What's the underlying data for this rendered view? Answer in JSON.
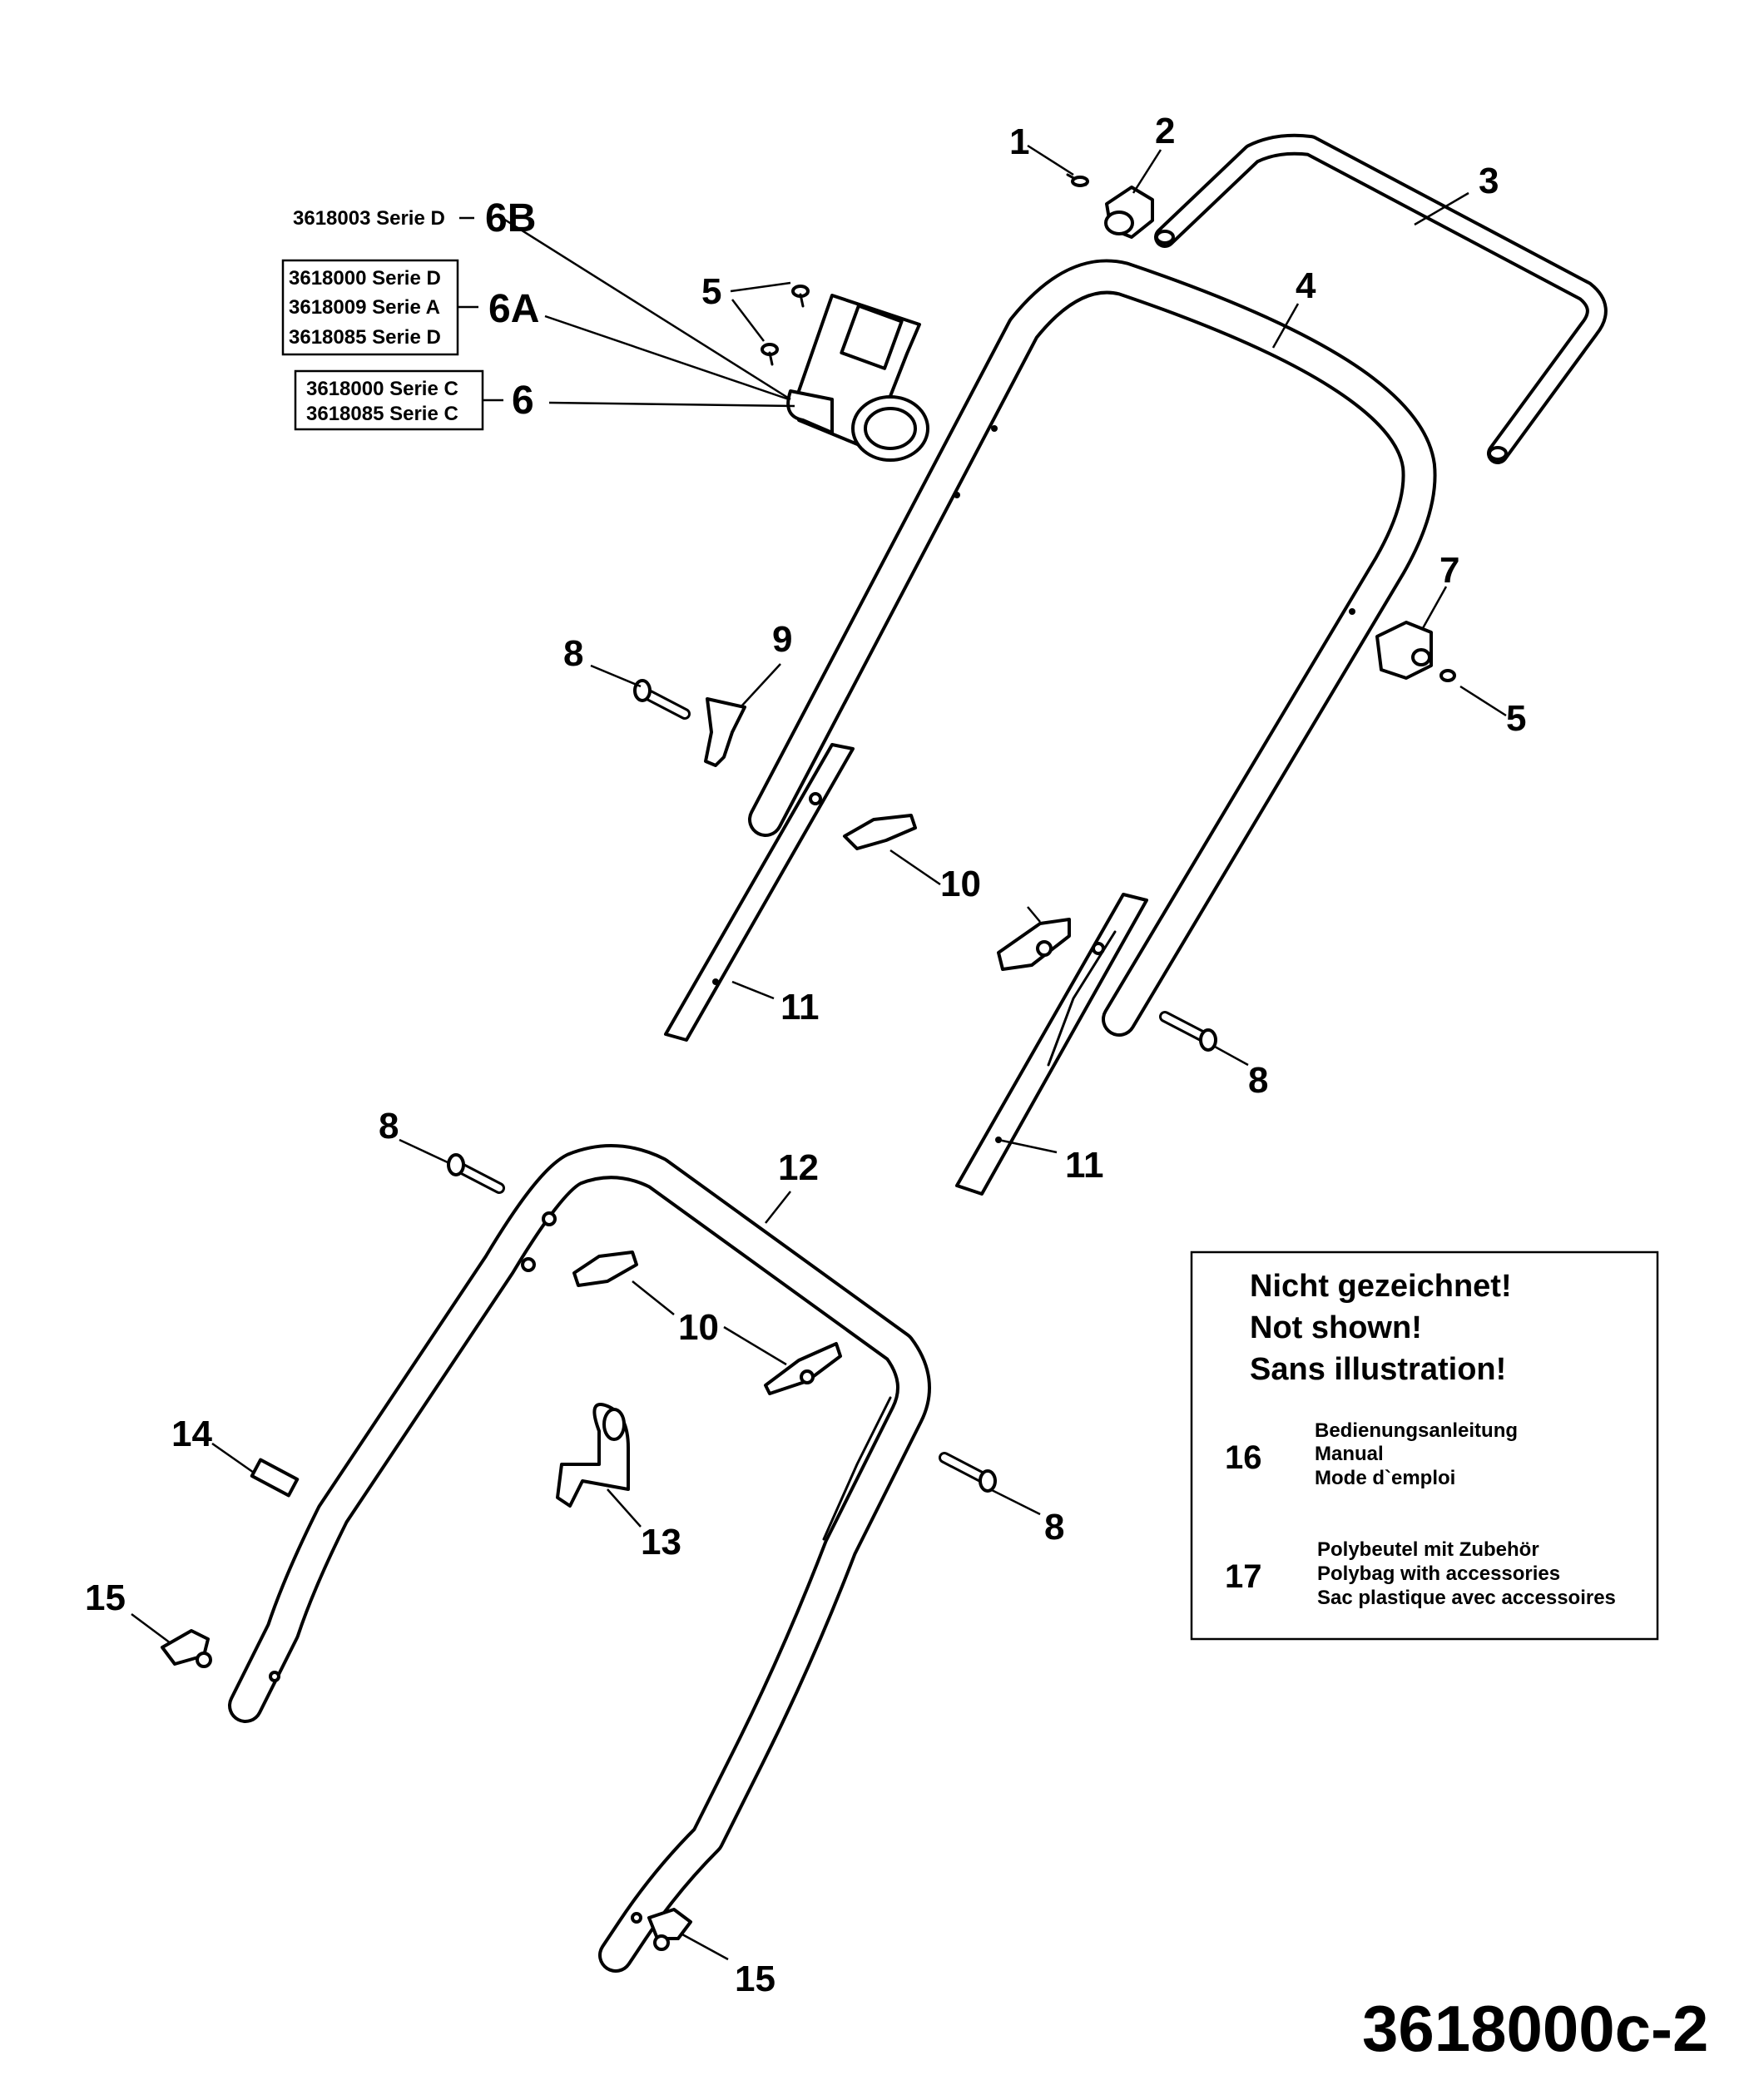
{
  "diagram_code": "3618000c-2",
  "callouts": {
    "c1": "1",
    "c2": "2",
    "c3": "3",
    "c4": "4",
    "c5a": "5",
    "c5b": "5",
    "c6": "6",
    "c6a": "6A",
    "c6b": "6B",
    "c7": "7",
    "c8a": "8",
    "c8b": "8",
    "c8c": "8",
    "c8d": "8",
    "c9": "9",
    "c10a": "10",
    "c10b": "10",
    "c11a": "11",
    "c11b": "11",
    "c12": "12",
    "c13": "13",
    "c14": "14",
    "c15a": "15",
    "c15b": "15"
  },
  "variants": {
    "v6b": "3618003 Serie D",
    "v6a": [
      "3618000 Serie D",
      "3618009 Serie A",
      "3618085 Serie D"
    ],
    "v6": [
      "3618000  Serie C",
      "3618085  Serie C"
    ]
  },
  "not_shown": {
    "heading": [
      "Nicht gezeichnet!",
      "Not shown!",
      "Sans illustration!"
    ],
    "items": [
      {
        "number": "16",
        "lines": [
          "Bedienungsanleitung",
          "Manual",
          "Mode d`emploi"
        ]
      },
      {
        "number": "17",
        "lines": [
          "Polybeutel mit Zubehör",
          "Polybag with accessories",
          "Sac plastique avec accessoires"
        ]
      }
    ]
  }
}
